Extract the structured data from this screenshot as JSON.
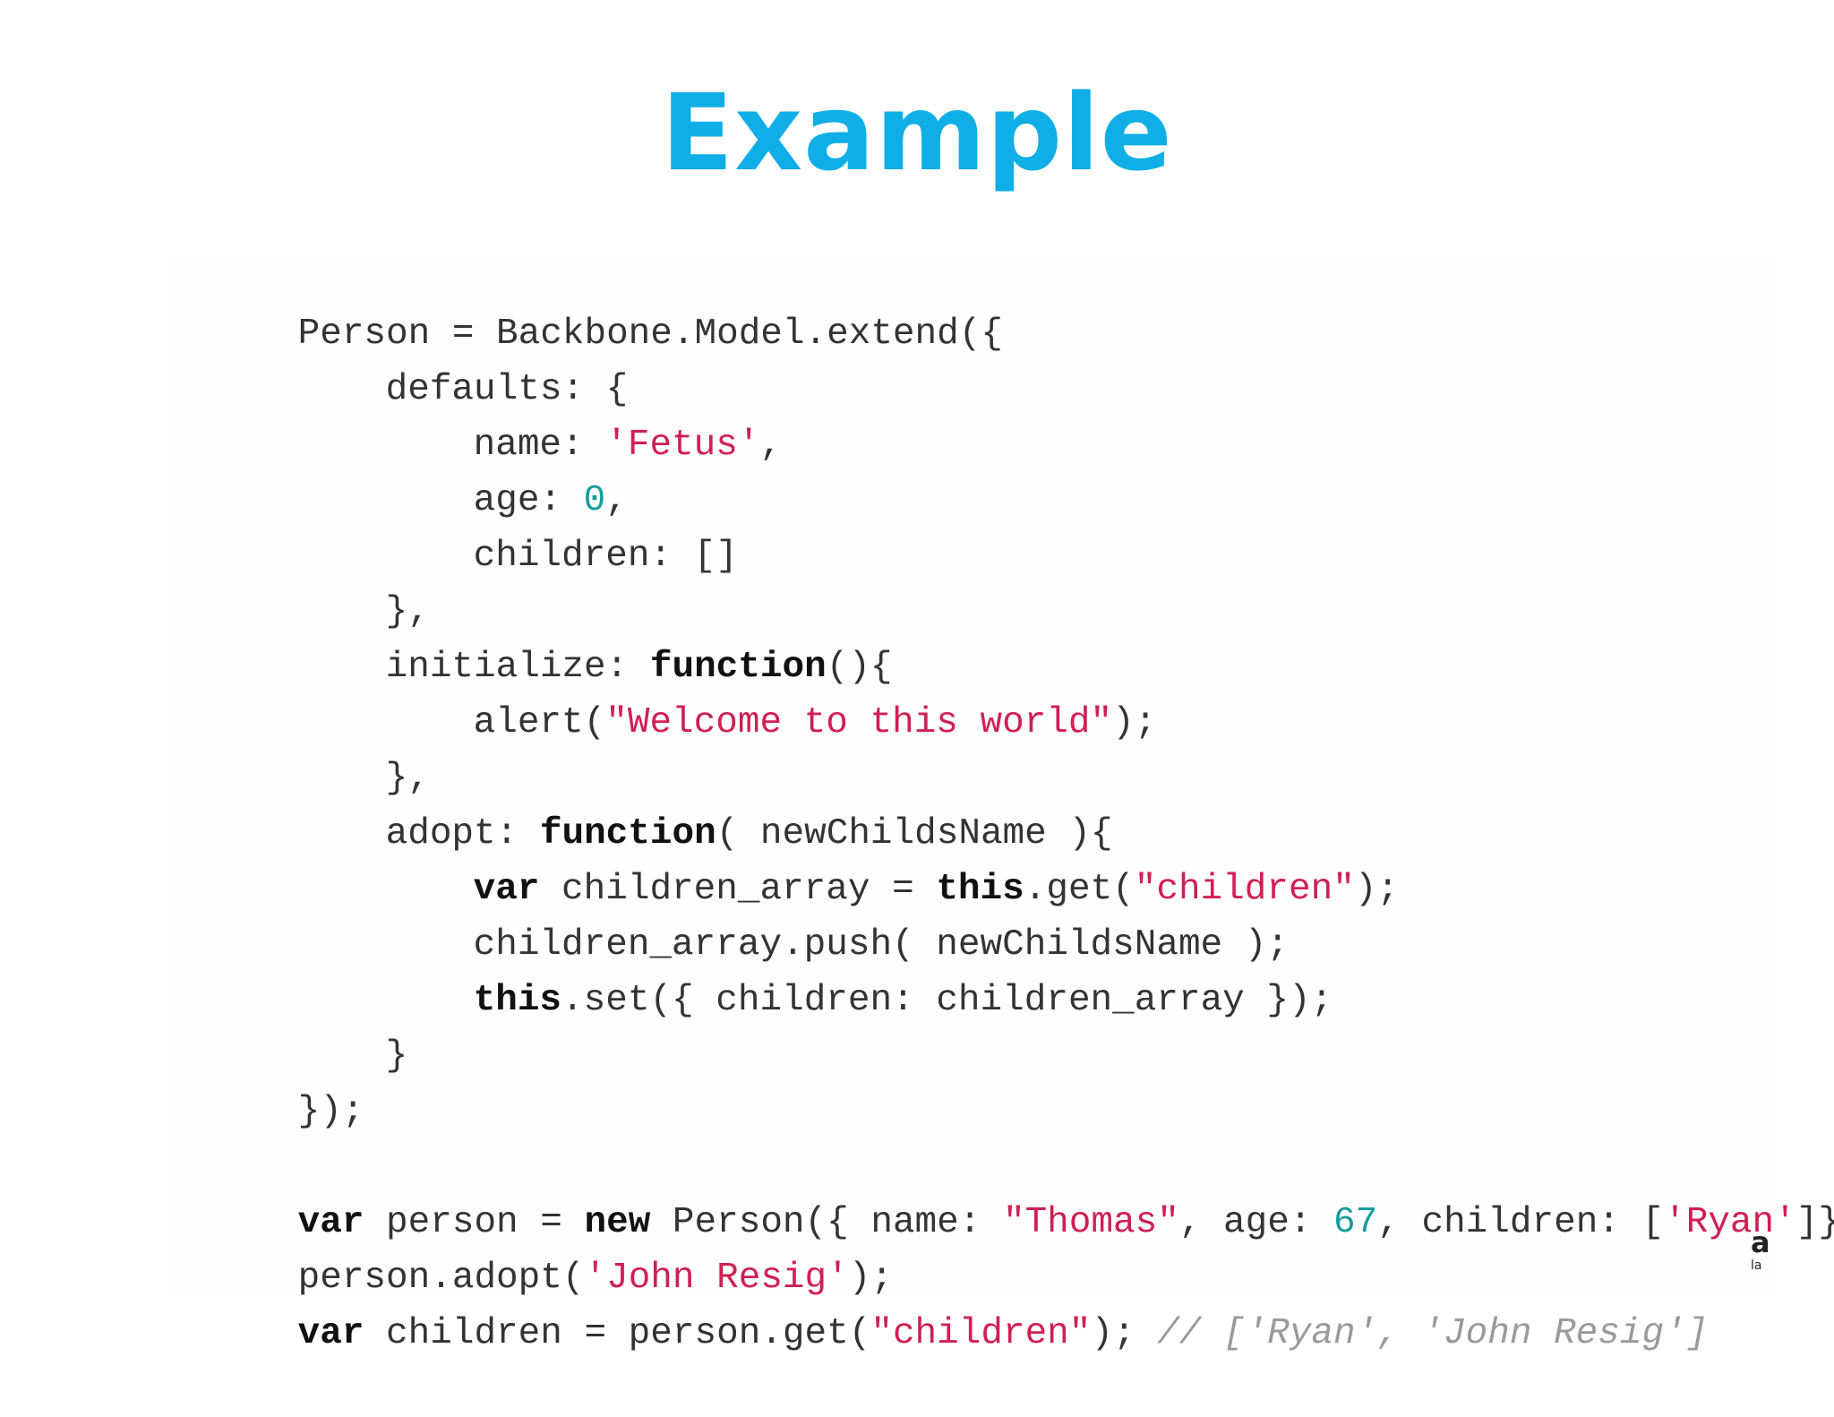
{
  "slide": {
    "title": "Example",
    "code": {
      "line1": [
        "Person = Backbone.Model.extend({"
      ],
      "line2": [
        "defaults: {"
      ],
      "line3": [
        "name: ",
        "'Fetus'",
        ","
      ],
      "line4": [
        "age: ",
        "0",
        ","
      ],
      "line5": [
        "children: []"
      ],
      "line6": [
        "},"
      ],
      "line7": [
        "initialize: ",
        "function",
        "(){"
      ],
      "line8": [
        "alert(",
        "\"Welcome to this world\"",
        ");"
      ],
      "line9": [
        "},"
      ],
      "line10": [
        "adopt: ",
        "function",
        "( newChildsName ){"
      ],
      "line11": [
        "var",
        " children_array = ",
        "this",
        ".get(",
        "\"children\"",
        ");"
      ],
      "line12": [
        "children_array.push( newChildsName );"
      ],
      "line13": [
        "this",
        ".set({ children: children_array });"
      ],
      "line14": [
        "}"
      ],
      "line15": [
        "});"
      ],
      "line16": [
        "var",
        " person = ",
        "new",
        " Person({ name: ",
        "\"Thomas\"",
        ", age: ",
        "67",
        ", children: [",
        "'Ryan'",
        "]});"
      ],
      "line17": [
        "person.adopt(",
        "'John Resig'",
        ");"
      ],
      "line18": [
        "var",
        " children = person.get(",
        "\"children\"",
        "); ",
        "// ['Ryan', 'John Resig']"
      ]
    },
    "corner": {
      "big": "a",
      "small": "la"
    }
  }
}
